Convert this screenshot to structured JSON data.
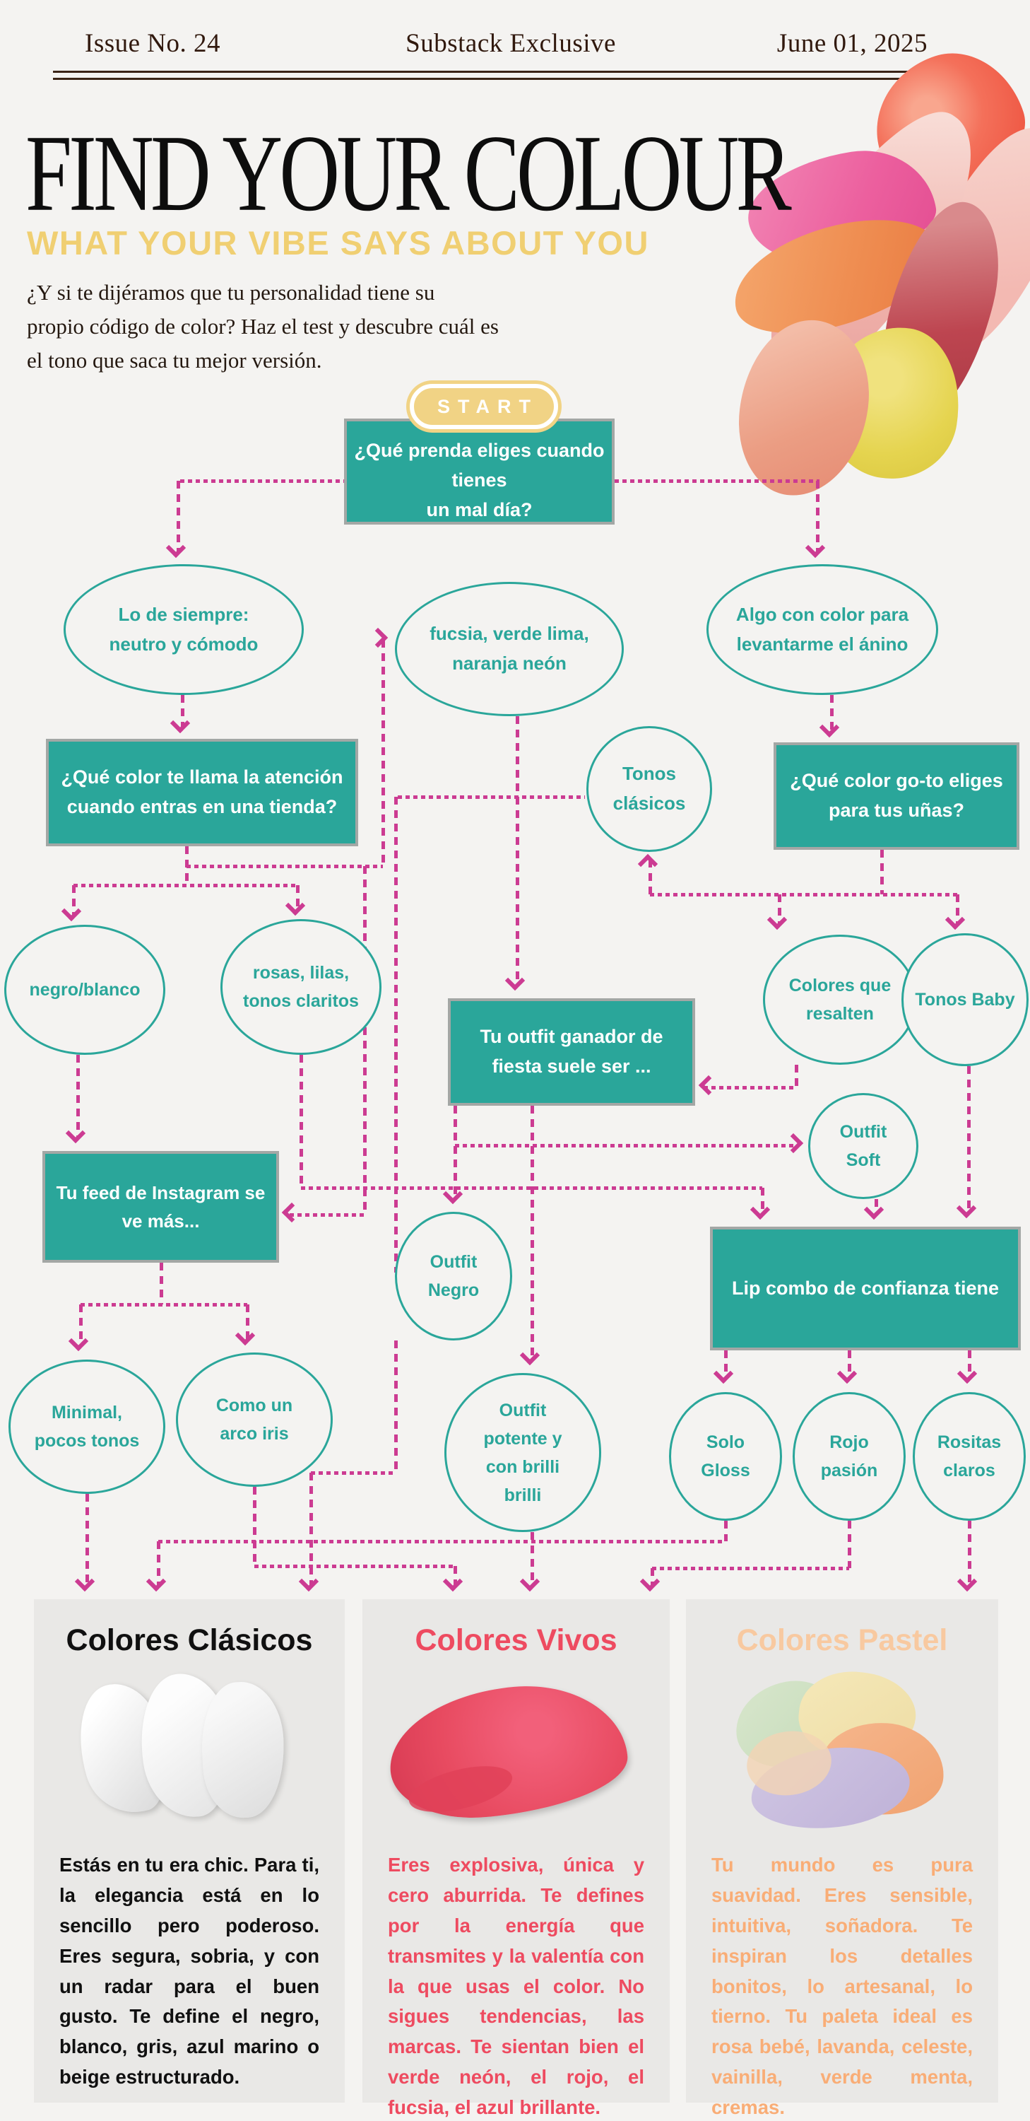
{
  "masthead": {
    "issue": "Issue No. 24",
    "center": "Substack Exclusive",
    "date": "June 01, 2025"
  },
  "hero": {
    "title": "FIND YOUR COLOUR",
    "subtitle": "WHAT YOUR VIBE SAYS ABOUT YOU",
    "intro": "¿Y si te dijéramos que tu personalidad tiene su\npropio código de color? Haz el test y descubre cuál es\nel tono que saca tu mejor versión."
  },
  "colors": {
    "teal": "#2aa69a",
    "pink": "#cc3b92",
    "yellow": "#f1d385",
    "page": "#f4f3f1",
    "card_bg": "#e9e8e6",
    "vivid_red": "#ee4b60",
    "pastel_peach": "#f9ad76"
  },
  "flowchart": {
    "start": "START",
    "nodes": {
      "q1": "¿Qué prenda eliges cuando tienes\nun mal día?",
      "a_neutro": "Lo de siempre:\nneutro y cómodo",
      "a_fucsia": "fucsia, verde lima,\nnaranja neón",
      "a_color": "Algo con color para\nlevantarme el ánino",
      "q2_tienda": "¿Qué color te llama la atención\ncuando entras en una tienda?",
      "tonos_clasicos": "Tonos\nclásicos",
      "q3_unas": "¿Qué color go-to eliges\npara tus uñas?",
      "negro_blanco": "negro/blanco",
      "rosas_lilas": "rosas, lilas,\ntonos claritos",
      "q4_outfit": "Tu outfit ganador de\nfiesta suele ser ...",
      "colores_resalten": "Colores que\nresalten",
      "tonos_baby": "Tonos Baby",
      "outfit_soft": "Outfit\nSoft",
      "q5_feed": "Tu feed de Instagram se\nve más...",
      "outfit_negro": "Outfit\nNegro",
      "q6_lip": "Lip combo de confianza tiene",
      "minimal": "Minimal,\npocos tonos",
      "arco_iris": "Como un\narco iris",
      "outfit_potente": "Outfit\npotente y\ncon brilli\nbrilli",
      "solo_gloss": "Solo\nGloss",
      "rojo_pasion": "Rojo\npasión",
      "rositas_claros": "Rositas\nclaros"
    }
  },
  "results": [
    {
      "title": "Colores Clásicos",
      "text": "Estás en tu era chic. Para ti, la elegancia está en lo sencillo pero poderoso. Eres segura, sobria, y con un radar para el buen gusto. Te define el negro, blanco, gris, azul marino o beige estructurado."
    },
    {
      "title": "Colores Vivos",
      "text": "Eres explosiva, única y cero aburrida. Te defines por la energía que transmites y la valentía con la que usas el color. No sigues tendencias, las marcas. Te sientan bien el verde neón, el rojo, el fucsia, el azul brillante."
    },
    {
      "title": "Colores Pastel",
      "text": "Tu mundo es pura suavidad. Eres sensible, intuitiva, soñadora. Te inspiran los detalles bonitos, lo artesanal, lo tierno. Tu paleta ideal es rosa bebé, lavanda, celeste, vainilla, verde menta, cremas."
    }
  ]
}
